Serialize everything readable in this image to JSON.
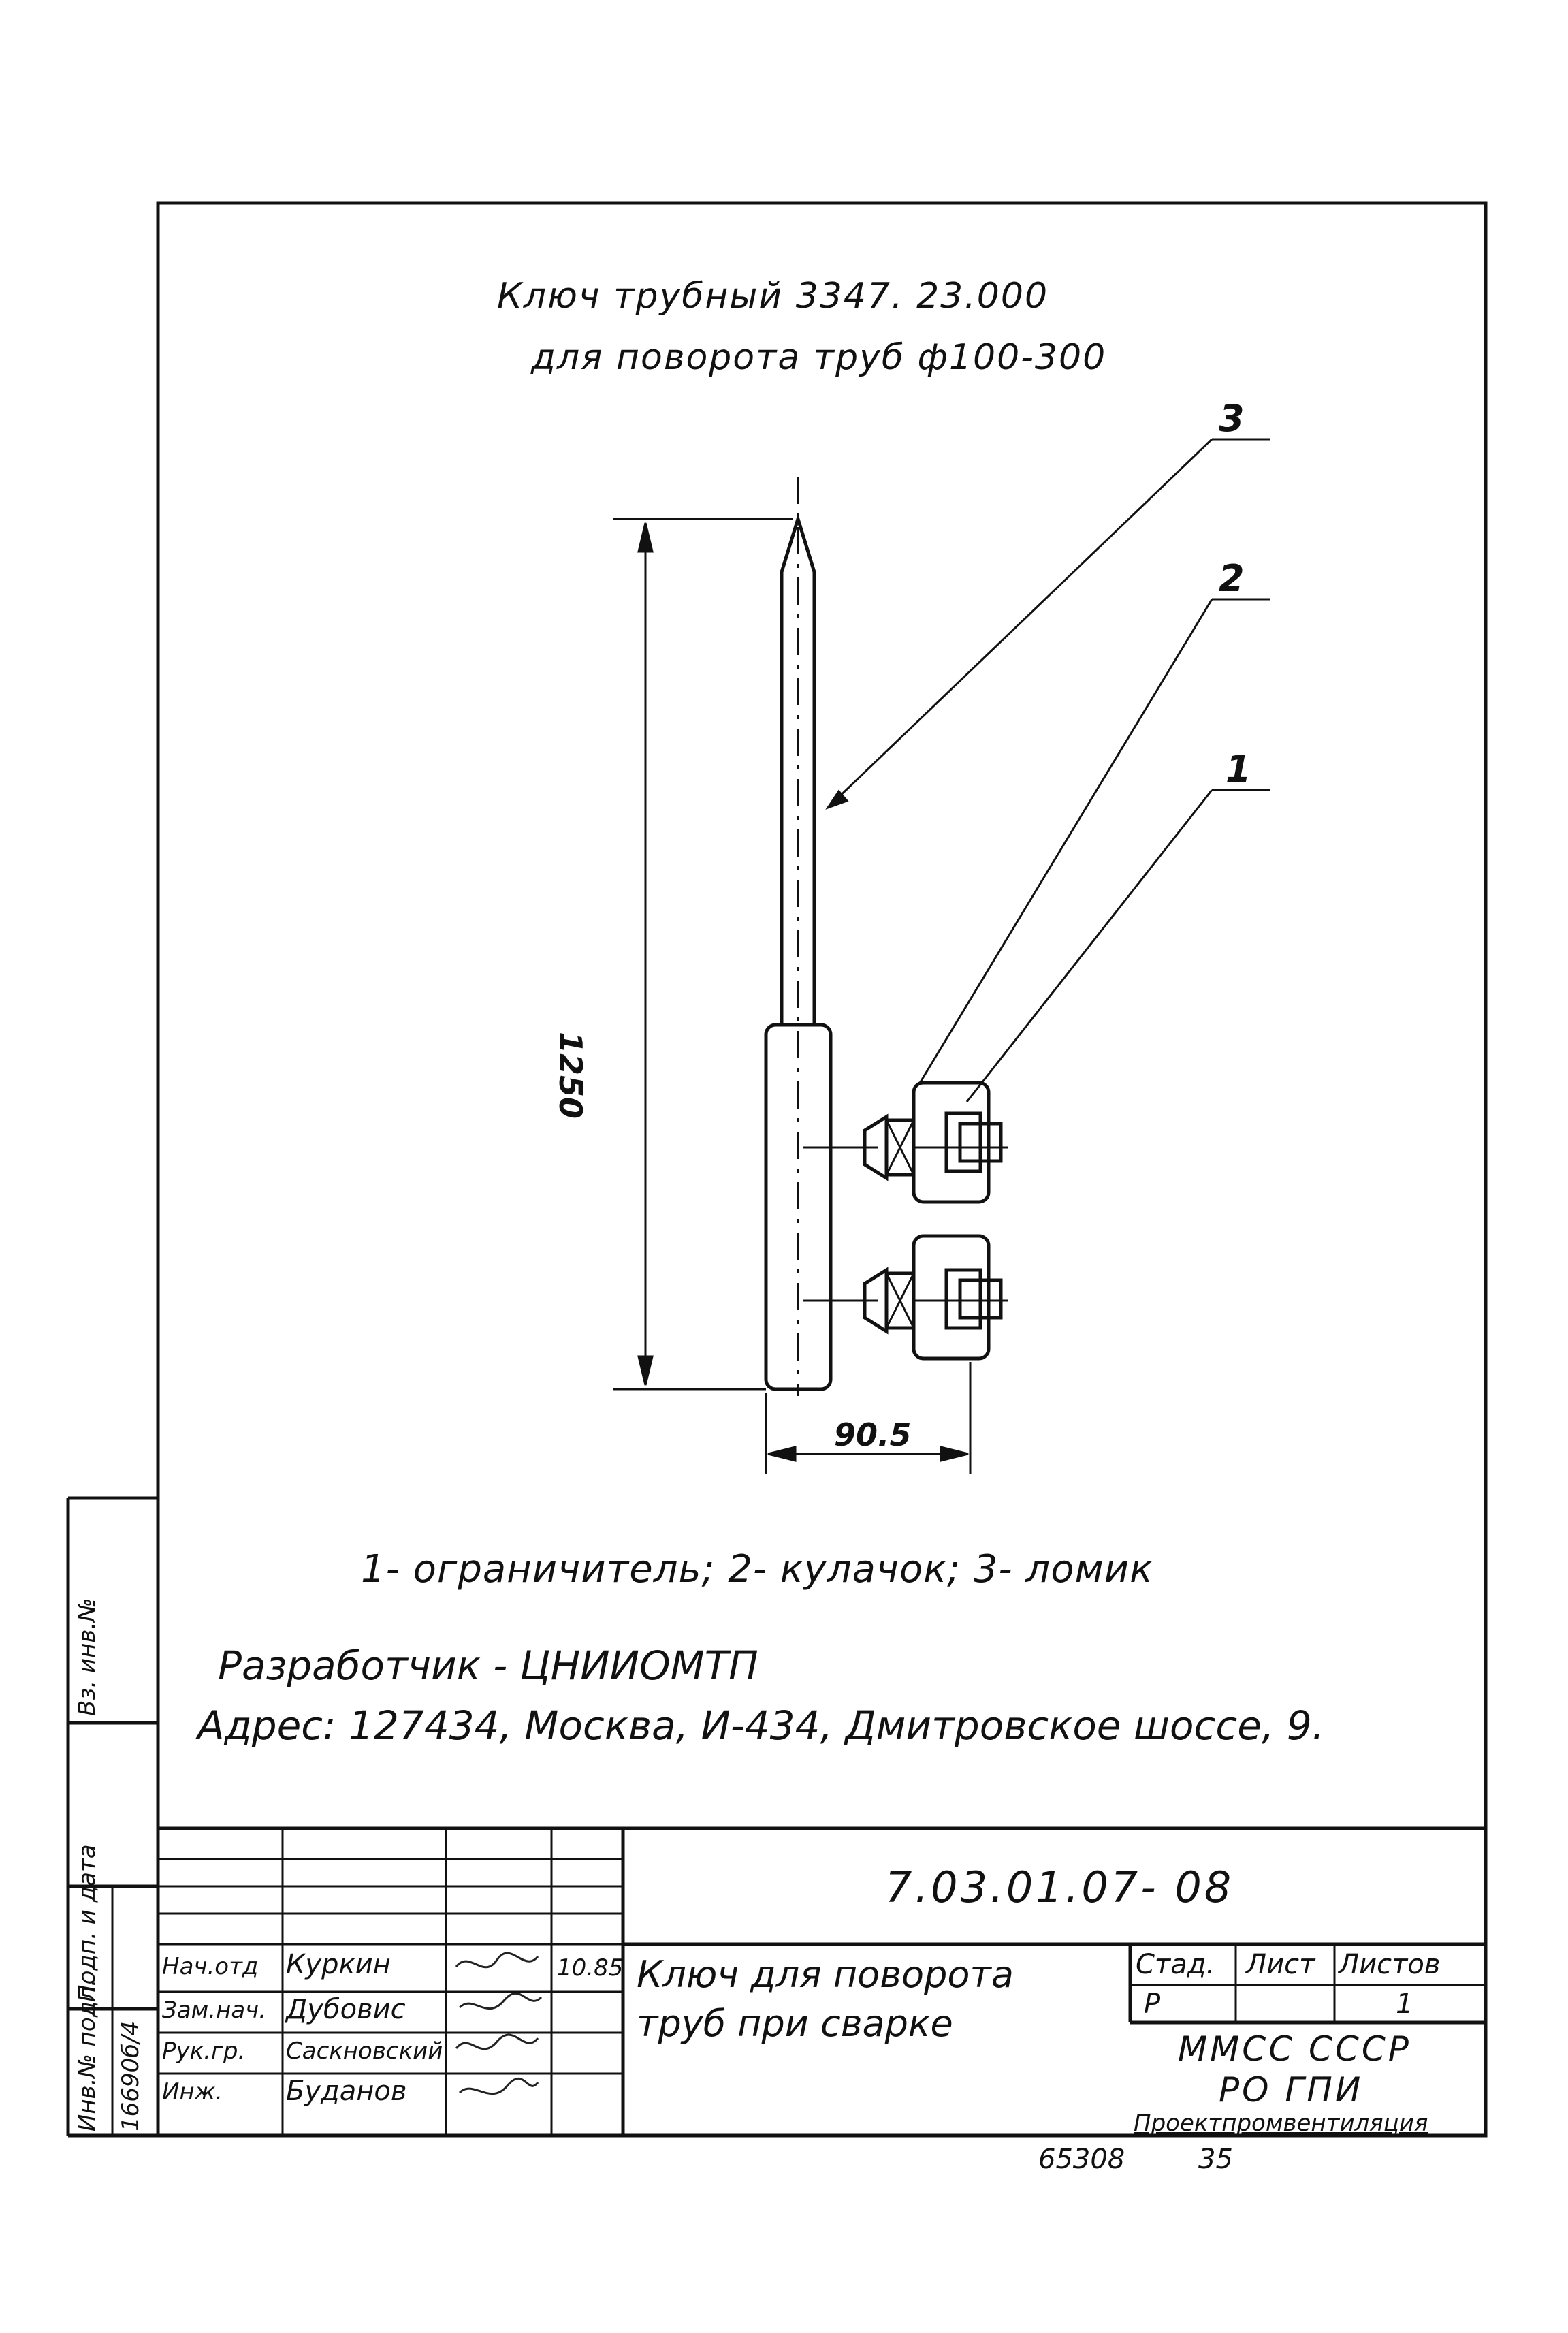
{
  "title": {
    "line1": "Ключ трубный 3347. 23.000",
    "line2": "для поворота труб ф100-300"
  },
  "callouts": [
    "3",
    "2",
    "1"
  ],
  "dimensions": {
    "height": "1250",
    "width": "90.5"
  },
  "legend": "1- ограничитель; 2- кулачок; 3- ломик",
  "developer": {
    "line1": "Разработчик - ЦНИИОМТП",
    "line2": "Адрес: 127434, Москва, И-434, Дмитровское шоссе, 9."
  },
  "stamp": {
    "doc_code": "7.03.01.07- 08",
    "name_line1": "Ключ для поворота",
    "name_line2": "труб при сварке",
    "stage_header": "Стад.",
    "sheet_header": "Лист",
    "sheets_header": "Листов",
    "stage_value": "Р",
    "sheets_value": "1",
    "org_line1": "ММСС СССР",
    "org_line2": "РО ГПИ",
    "org_line3": "Проектпромвентиляция",
    "date": "10.85",
    "signers": [
      {
        "role": "Нач.отд",
        "name": "Куркин"
      },
      {
        "role": "Зам.нач.",
        "name": "Дубовис"
      },
      {
        "role": "Рук.гр.",
        "name": "Саскновский"
      },
      {
        "role": "Инж.",
        "name": "Буданов"
      }
    ]
  },
  "side_labels": {
    "inv_orig": "Инв.№ подл.",
    "sign_date": "Подп. и дата",
    "replace_inv": "Вз. инв.№",
    "inv_value": "16690б/4"
  },
  "footer": {
    "number": "65308",
    "page": "35"
  }
}
